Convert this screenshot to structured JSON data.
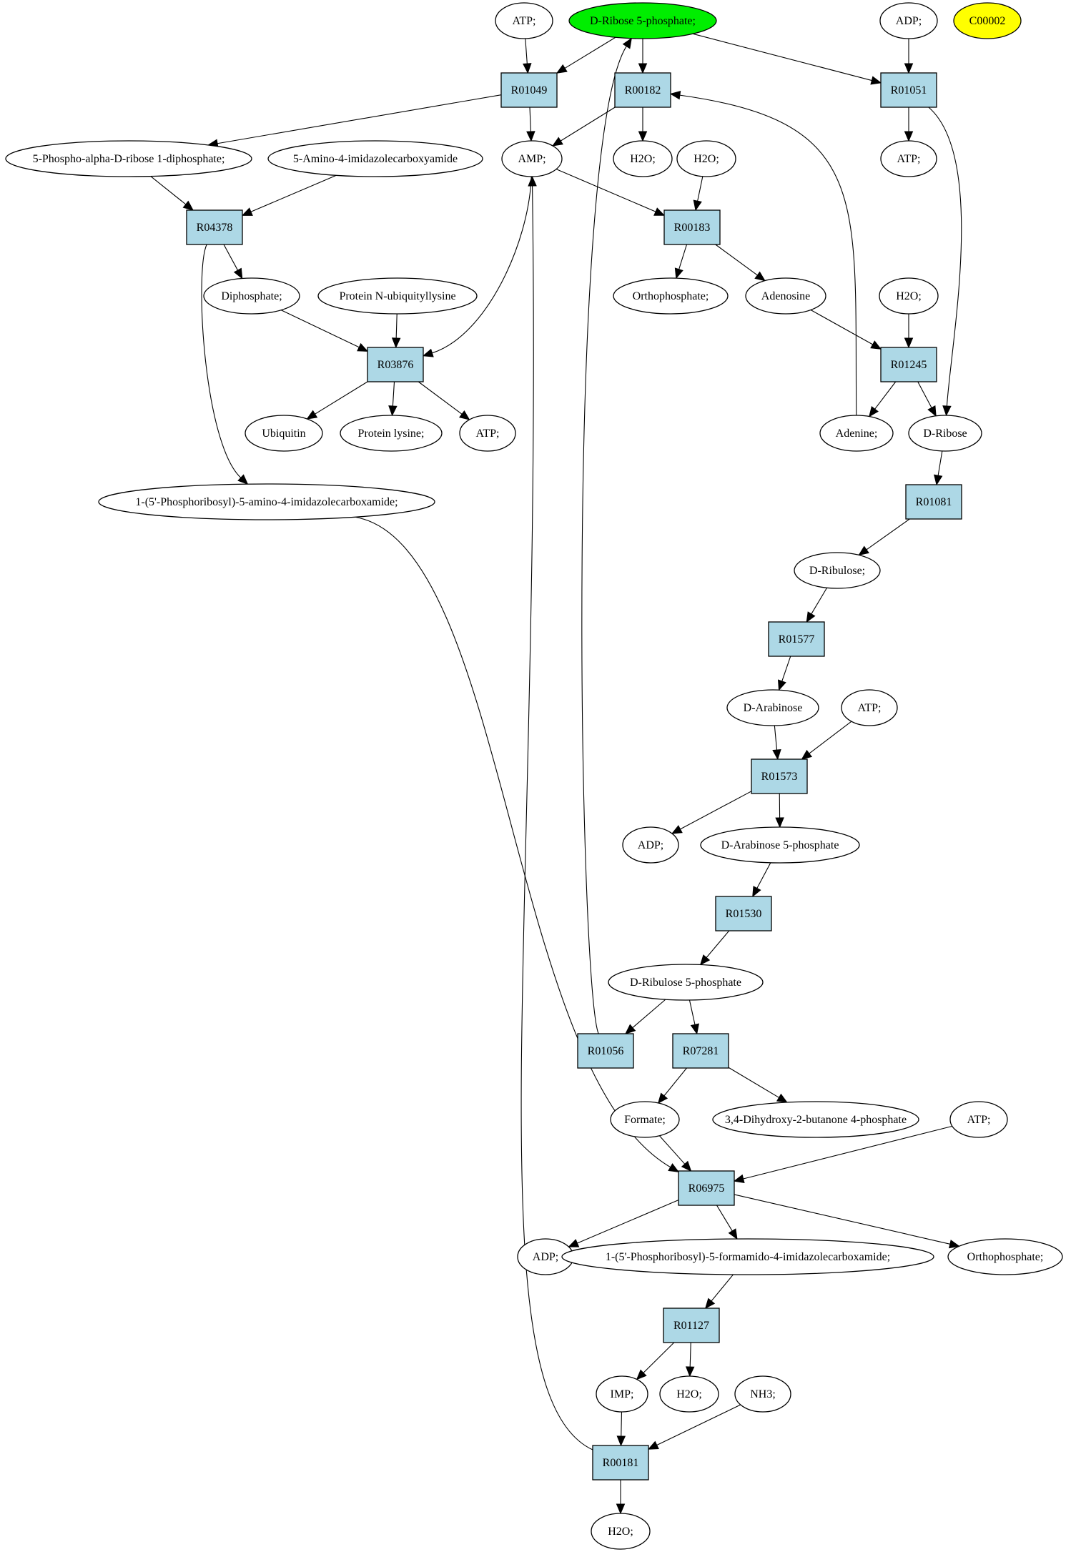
{
  "colors": {
    "reaction_fill": "#add8e6",
    "highlight_green": "#00ee00",
    "highlight_yellow": "#ffff00",
    "compound_fill": "#ffffff",
    "stroke": "#000000"
  },
  "nodes": {
    "atp_top_left": {
      "label": "ATP;",
      "kind": "compound"
    },
    "ribose5p": {
      "label": "D-Ribose 5-phosphate;",
      "kind": "compound",
      "highlight": "green"
    },
    "adp_top": {
      "label": "ADP;",
      "kind": "compound"
    },
    "c00002": {
      "label": "C00002",
      "kind": "compound",
      "highlight": "yellow"
    },
    "r01049": {
      "label": "R01049",
      "kind": "reaction"
    },
    "r00182": {
      "label": "R00182",
      "kind": "reaction"
    },
    "r01051": {
      "label": "R01051",
      "kind": "reaction"
    },
    "prpp": {
      "label": "5-Phospho-alpha-D-ribose 1-diphosphate;",
      "kind": "compound"
    },
    "aica": {
      "label": "5-Amino-4-imidazolecarboxyamide",
      "kind": "compound"
    },
    "amp": {
      "label": "AMP;",
      "kind": "compound"
    },
    "h2o_r00182": {
      "label": "H2O;",
      "kind": "compound"
    },
    "h2o_r00183": {
      "label": "H2O;",
      "kind": "compound"
    },
    "atp_r01051": {
      "label": "ATP;",
      "kind": "compound"
    },
    "r04378": {
      "label": "R04378",
      "kind": "reaction"
    },
    "r00183": {
      "label": "R00183",
      "kind": "reaction"
    },
    "diphosphate": {
      "label": "Diphosphate;",
      "kind": "compound"
    },
    "prot_ubiq": {
      "label": "Protein N-ubiquityllysine",
      "kind": "compound"
    },
    "orthophosphate_top": {
      "label": "Orthophosphate;",
      "kind": "compound"
    },
    "adenosine": {
      "label": "Adenosine",
      "kind": "compound"
    },
    "h2o_r01245": {
      "label": "H2O;",
      "kind": "compound"
    },
    "r03876": {
      "label": "R03876",
      "kind": "reaction"
    },
    "r01245": {
      "label": "R01245",
      "kind": "reaction"
    },
    "ubiquitin": {
      "label": "Ubiquitin",
      "kind": "compound"
    },
    "protein_lysine": {
      "label": "Protein lysine;",
      "kind": "compound"
    },
    "atp_r03876": {
      "label": "ATP;",
      "kind": "compound"
    },
    "adenine": {
      "label": "Adenine;",
      "kind": "compound"
    },
    "d_ribose": {
      "label": "D-Ribose",
      "kind": "compound"
    },
    "aicar": {
      "label": "1-(5'-Phosphoribosyl)-5-amino-4-imidazolecarboxamide;",
      "kind": "compound"
    },
    "r01081": {
      "label": "R01081",
      "kind": "reaction"
    },
    "d_ribulose": {
      "label": "D-Ribulose;",
      "kind": "compound"
    },
    "r01577": {
      "label": "R01577",
      "kind": "reaction"
    },
    "d_arabinose": {
      "label": "D-Arabinose",
      "kind": "compound"
    },
    "atp_r01573": {
      "label": "ATP;",
      "kind": "compound"
    },
    "r01573": {
      "label": "R01573",
      "kind": "reaction"
    },
    "adp_r01573": {
      "label": "ADP;",
      "kind": "compound"
    },
    "arabinose5p": {
      "label": "D-Arabinose 5-phosphate",
      "kind": "compound"
    },
    "r01530": {
      "label": "R01530",
      "kind": "reaction"
    },
    "ribulose5p": {
      "label": "D-Ribulose 5-phosphate",
      "kind": "compound"
    },
    "r01056": {
      "label": "R01056",
      "kind": "reaction"
    },
    "r07281": {
      "label": "R07281",
      "kind": "reaction"
    },
    "formate": {
      "label": "Formate;",
      "kind": "compound"
    },
    "dhbp": {
      "label": "3,4-Dihydroxy-2-butanone 4-phosphate",
      "kind": "compound"
    },
    "atp_r06975": {
      "label": "ATP;",
      "kind": "compound"
    },
    "r06975": {
      "label": "R06975",
      "kind": "reaction"
    },
    "adp_r06975": {
      "label": "ADP;",
      "kind": "compound"
    },
    "faicar": {
      "label": "1-(5'-Phosphoribosyl)-5-formamido-4-imidazolecarboxamide;",
      "kind": "compound"
    },
    "orthophosphate_bottom": {
      "label": "Orthophosphate;",
      "kind": "compound"
    },
    "r01127": {
      "label": "R01127",
      "kind": "reaction"
    },
    "imp": {
      "label": "IMP;",
      "kind": "compound"
    },
    "h2o_r01127": {
      "label": "H2O;",
      "kind": "compound"
    },
    "nh3": {
      "label": "NH3;",
      "kind": "compound"
    },
    "r00181": {
      "label": "R00181",
      "kind": "reaction"
    },
    "h2o_r00181": {
      "label": "H2O;",
      "kind": "compound"
    }
  },
  "edges": [
    [
      "atp_top_left",
      "r01049"
    ],
    [
      "ribose5p",
      "r01049"
    ],
    [
      "ribose5p",
      "r00182"
    ],
    [
      "ribose5p",
      "r01051"
    ],
    [
      "adp_top",
      "r01051"
    ],
    [
      "r01049",
      "prpp"
    ],
    [
      "r01049",
      "amp"
    ],
    [
      "r00182",
      "amp"
    ],
    [
      "r00182",
      "h2o_r00182"
    ],
    [
      "r01051",
      "atp_r01051"
    ],
    [
      "r01051",
      "d_ribose"
    ],
    [
      "prpp",
      "r04378"
    ],
    [
      "aica",
      "r04378"
    ],
    [
      "amp",
      "r00183"
    ],
    [
      "h2o_r00183",
      "r00183"
    ],
    [
      "r04378",
      "diphosphate"
    ],
    [
      "r04378",
      "aicar"
    ],
    [
      "amp",
      "r03876"
    ],
    [
      "diphosphate",
      "r03876"
    ],
    [
      "prot_ubiq",
      "r03876"
    ],
    [
      "r00183",
      "orthophosphate_top"
    ],
    [
      "r00183",
      "adenosine"
    ],
    [
      "adenosine",
      "r01245"
    ],
    [
      "h2o_r01245",
      "r01245"
    ],
    [
      "r03876",
      "ubiquitin"
    ],
    [
      "r03876",
      "protein_lysine"
    ],
    [
      "r03876",
      "atp_r03876"
    ],
    [
      "r01245",
      "adenine"
    ],
    [
      "r01245",
      "d_ribose"
    ],
    [
      "adenine",
      "r00182"
    ],
    [
      "d_ribose",
      "r01081"
    ],
    [
      "r01081",
      "d_ribulose"
    ],
    [
      "d_ribulose",
      "r01577"
    ],
    [
      "r01577",
      "d_arabinose"
    ],
    [
      "d_arabinose",
      "r01573"
    ],
    [
      "atp_r01573",
      "r01573"
    ],
    [
      "r01573",
      "adp_r01573"
    ],
    [
      "r01573",
      "arabinose5p"
    ],
    [
      "arabinose5p",
      "r01530"
    ],
    [
      "r01530",
      "ribulose5p"
    ],
    [
      "ribulose5p",
      "r01056"
    ],
    [
      "ribulose5p",
      "r07281"
    ],
    [
      "r01056",
      "ribose5p"
    ],
    [
      "r07281",
      "formate"
    ],
    [
      "r07281",
      "dhbp"
    ],
    [
      "aicar",
      "r06975"
    ],
    [
      "formate",
      "r06975"
    ],
    [
      "atp_r06975",
      "r06975"
    ],
    [
      "r06975",
      "adp_r06975"
    ],
    [
      "r06975",
      "faicar"
    ],
    [
      "r06975",
      "orthophosphate_bottom"
    ],
    [
      "faicar",
      "r01127"
    ],
    [
      "r01127",
      "imp"
    ],
    [
      "r01127",
      "h2o_r01127"
    ],
    [
      "imp",
      "r00181"
    ],
    [
      "nh3",
      "r00181"
    ],
    [
      "r00181",
      "h2o_r00181"
    ],
    [
      "r00181",
      "amp"
    ]
  ]
}
